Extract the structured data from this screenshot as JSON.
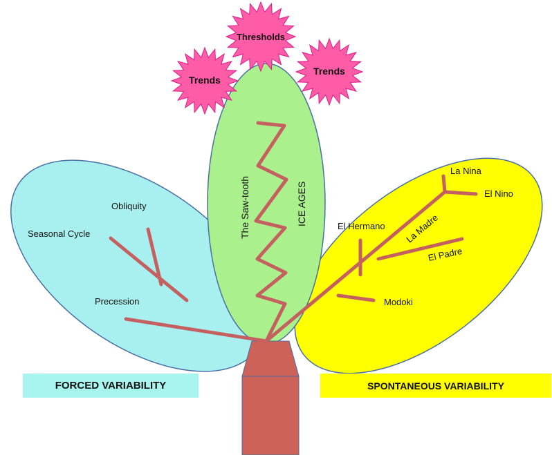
{
  "colors": {
    "forced_leaf": "#a8f0f0",
    "center_leaf": "#aaf08c",
    "spontaneous_leaf": "#ffff00",
    "trunk": "#cd6258",
    "branch": "#c56060",
    "star": "#ff5ca8",
    "forced_banner": "#a8f4ee",
    "spontaneous_banner": "#ffff00"
  },
  "stars": {
    "top": "Thresholds",
    "left": "Trends",
    "right": "Trends"
  },
  "center": {
    "label_left": "The Saw-tooth",
    "label_right": "ICE AGES"
  },
  "forced": {
    "obliquity": "Obliquity",
    "seasonal": "Seasonal Cycle",
    "precession": "Precession",
    "banner": "FORCED  VARIABILITY"
  },
  "spontaneous": {
    "la_nina": "La Nina",
    "el_nino": "El Nino",
    "el_hermano": "El Hermano",
    "la_madre": "La Madre",
    "el_padre": "El Padre",
    "modoki": "Modoki",
    "banner": "SPONTANEOUS  VARIABILITY"
  }
}
